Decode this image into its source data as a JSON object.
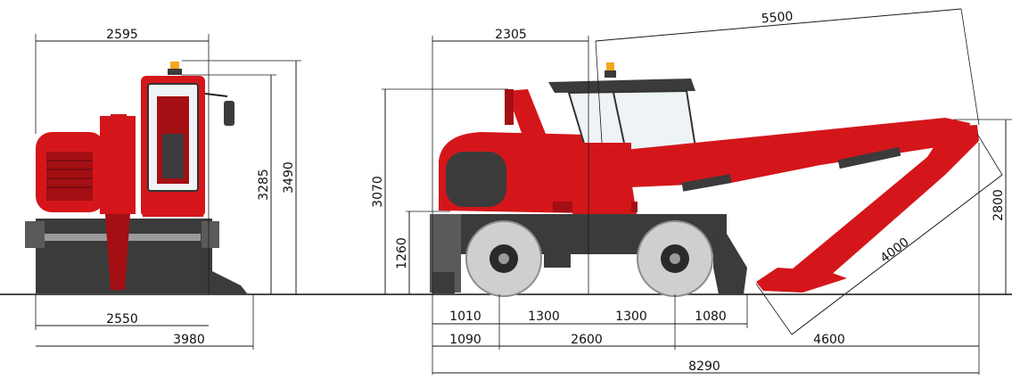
{
  "colors": {
    "machine_red": "#d4161b",
    "machine_dark_red": "#a30f13",
    "chassis_grey": "#3b3b3b",
    "tyre_grey": "#cfcfcf",
    "beacon_amber": "#f2a81d",
    "dimension_line": "#1a1a1a"
  },
  "front_view": {
    "overall_width": "2595",
    "track_width": "2550",
    "width_with_outriggers": "3980",
    "height_cab": "3285",
    "height_beacon": "3490"
  },
  "side_view": {
    "rear_to_center": "2305",
    "reach_height": "5500",
    "height_counterweight": "3070",
    "height_chassis": "1260",
    "rear_to_rear_axle": "1010",
    "rear_axle_to_center_a": "1300",
    "rear_axle_to_center_b": "1300",
    "front_axle_to_blade": "1080",
    "outrigger_offset": "1090",
    "wheelbase": "2600",
    "stick_length": "4000",
    "boom_height": "2800",
    "front_overhang": "4600",
    "overall_length": "8290"
  }
}
